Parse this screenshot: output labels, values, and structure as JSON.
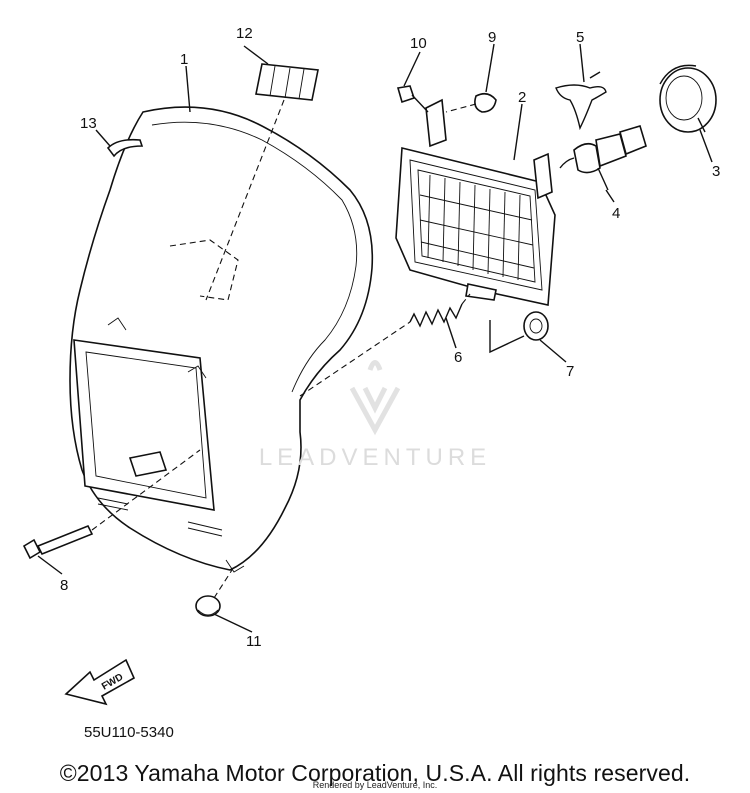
{
  "callouts": {
    "c1": "1",
    "c2": "2",
    "c3": "3",
    "c4": "4",
    "c5": "5",
    "c6": "6",
    "c7": "7",
    "c8": "8",
    "c9": "9",
    "c10": "10",
    "c11": "11",
    "c12": "12",
    "c13": "13"
  },
  "fwd_label": "FWD",
  "part_code": "55U110-5340",
  "copyright": "©2013 Yamaha Motor Corporation, U.S.A. All rights reserved.",
  "credit": "Rendered by LeadVenture, Inc.",
  "watermark": "LEADVENTURE",
  "colors": {
    "line": "#111111",
    "background": "#ffffff",
    "watermark": "#dcdcdc"
  }
}
